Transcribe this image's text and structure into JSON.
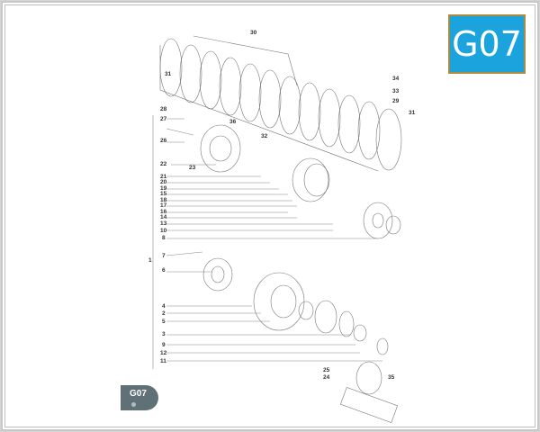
{
  "page_code_badge": "G07",
  "footer_tag": {
    "label": "G07"
  },
  "diagram": {
    "subject": "clutch assembly exploded view",
    "left_callouts": [
      "28",
      "27",
      "26",
      "22",
      "23",
      "21",
      "20",
      "19",
      "15",
      "18",
      "17",
      "16",
      "14",
      "13",
      "10",
      "8",
      "7",
      "1",
      "6",
      "4",
      "2",
      "5",
      "3",
      "9",
      "12",
      "11"
    ],
    "other_callouts": [
      "30",
      "31",
      "36",
      "32",
      "34",
      "33",
      "29",
      "31",
      "25",
      "24",
      "35"
    ]
  },
  "colors": {
    "badge_bg": "#1ba3dd",
    "badge_border": "#b08a3e",
    "tag_bg": "#5f7077",
    "line": "#666666"
  }
}
